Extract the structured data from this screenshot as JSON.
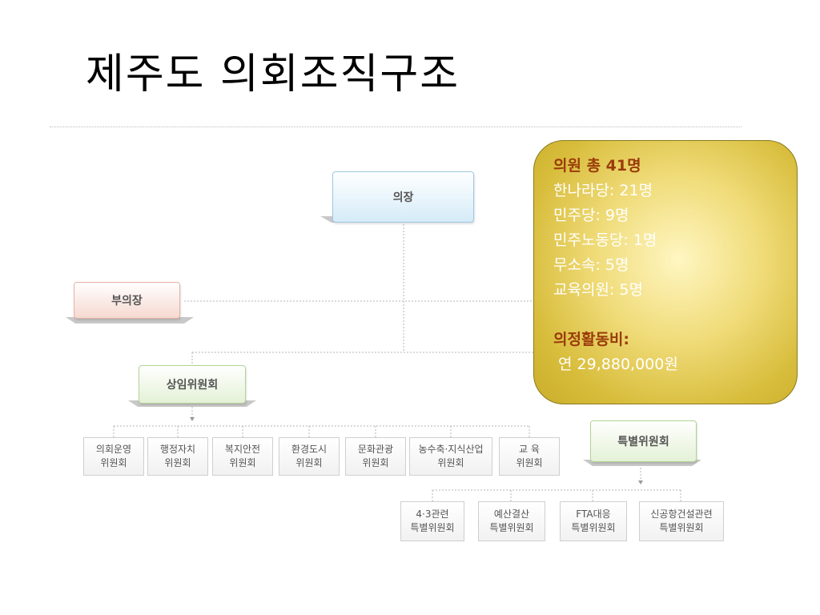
{
  "title": "제주도 의회조직구조",
  "org": {
    "chairman": "의장",
    "vice_chairman": "부의장",
    "standing_committee": "상임위원회",
    "special_committee": "특별위원회",
    "standing_subs": [
      "의회운영\n위원회",
      "행정자치\n위원회",
      "복지안전\n위원회",
      "환경도시\n위원회",
      "문화관광\n위원회",
      "농수축·지식산업\n위원회",
      "교 육\n위원회"
    ],
    "special_subs": [
      "4·3관련\n특별위원회",
      "예산결산\n특별위원회",
      "FTA대응\n특별위원회",
      "신공항건설관련\n특별위원회"
    ]
  },
  "info": {
    "total": "의원 총 41명",
    "lines": [
      "한나라당: 21명",
      "민주당: 9명",
      "민주노동당: 1명",
      "무소속: 5명",
      "교육의원: 5명"
    ],
    "cost_label": "의정활동비:",
    "cost_value": " 연 29,880,000원"
  }
}
